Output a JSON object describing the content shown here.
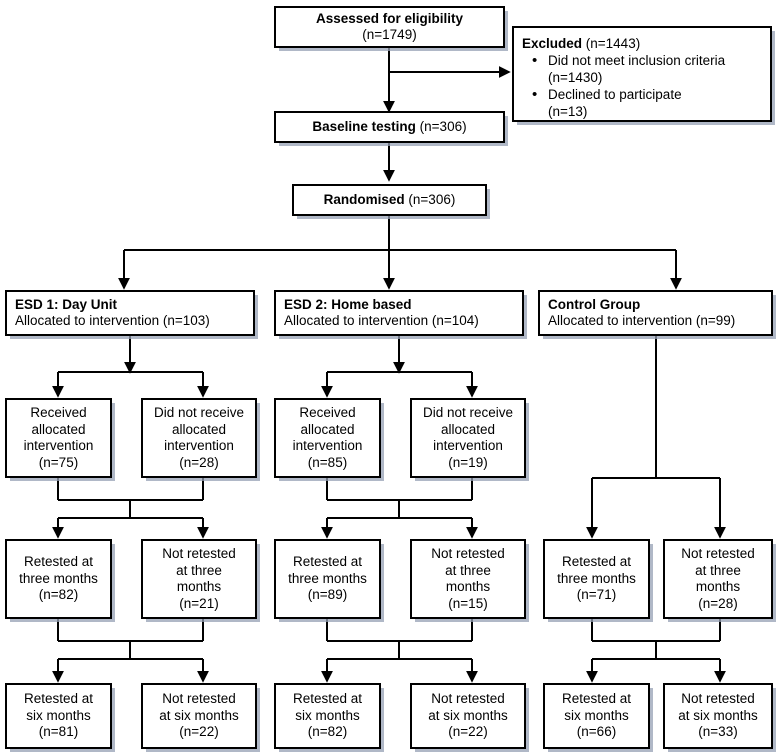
{
  "diagram": {
    "type": "consort-flow-diagram",
    "title": "CONSORT participant flow diagram"
  },
  "nodes": {
    "assessed": {
      "label": "Assessed for eligibility",
      "count": "(n=1749)"
    },
    "excluded": {
      "title_bold": "Excluded",
      "title_count": " (n=1443)",
      "items": [
        {
          "text": "Did not meet inclusion criteria",
          "count": "(n=1430)"
        },
        {
          "text": "Declined to participate",
          "count": "(n=13)"
        }
      ]
    },
    "baseline": {
      "label": "Baseline testing",
      "count": " (n=306)"
    },
    "randomised": {
      "label": "Randomised",
      "count": " (n=306)"
    },
    "arm1_alloc": {
      "title": "ESD 1: Day Unit",
      "sub": "Allocated to intervention (n=103)"
    },
    "arm2_alloc": {
      "title": "ESD 2: Home based",
      "sub": "Allocated to intervention (n=104)"
    },
    "arm3_alloc": {
      "title": "Control Group",
      "sub": "Allocated to intervention (n=99)"
    },
    "arm1_received": {
      "lines": [
        "Received",
        "allocated",
        "intervention",
        "(n=75)"
      ]
    },
    "arm1_not_received": {
      "lines": [
        "Did not receive",
        "allocated",
        "intervention",
        "(n=28)"
      ]
    },
    "arm2_received": {
      "lines": [
        "Received",
        "allocated",
        "intervention",
        "(n=85)"
      ]
    },
    "arm2_not_received": {
      "lines": [
        "Did not receive",
        "allocated",
        "intervention",
        "(n=19)"
      ]
    },
    "arm1_three_yes": {
      "lines": [
        "Retested at",
        "three months",
        "(n=82)"
      ]
    },
    "arm1_three_no": {
      "lines": [
        "Not retested",
        "at three",
        "months",
        "(n=21)"
      ]
    },
    "arm2_three_yes": {
      "lines": [
        "Retested at",
        "three months",
        "(n=89)"
      ]
    },
    "arm2_three_no": {
      "lines": [
        "Not retested",
        "at three",
        "months",
        "(n=15)"
      ]
    },
    "arm3_three_yes": {
      "lines": [
        "Retested at",
        "three months",
        "(n=71)"
      ]
    },
    "arm3_three_no": {
      "lines": [
        "Not retested",
        "at three",
        "months",
        "(n=28)"
      ]
    },
    "arm1_six_yes": {
      "lines": [
        "Retested at",
        "six months",
        "(n=81)"
      ]
    },
    "arm1_six_no": {
      "lines": [
        "Not retested",
        "at six months",
        "(n=22)"
      ]
    },
    "arm2_six_yes": {
      "lines": [
        "Retested at",
        "six months",
        "(n=82)"
      ]
    },
    "arm2_six_no": {
      "lines": [
        "Not retested",
        "at six months",
        "(n=22)"
      ]
    },
    "arm3_six_yes": {
      "lines": [
        "Retested at",
        "six months",
        "(n=66)"
      ]
    },
    "arm3_six_no": {
      "lines": [
        "Not retested",
        "at six months",
        "(n=33)"
      ]
    }
  },
  "chart_data": {
    "type": "flowchart",
    "title": "CONSORT flow diagram",
    "stages": [
      {
        "stage": "Assessed for eligibility",
        "n": 1749
      },
      {
        "stage": "Excluded",
        "n": 1443,
        "breakdown": [
          {
            "reason": "Did not meet inclusion criteria",
            "n": 1430
          },
          {
            "reason": "Declined to participate",
            "n": 13
          }
        ]
      },
      {
        "stage": "Baseline testing",
        "n": 306
      },
      {
        "stage": "Randomised",
        "n": 306
      }
    ],
    "arms": [
      {
        "name": "ESD 1: Day Unit",
        "allocated": 103,
        "received_allocated_intervention": 75,
        "did_not_receive_allocated_intervention": 28,
        "retested_three_months": 82,
        "not_retested_three_months": 21,
        "retested_six_months": 81,
        "not_retested_six_months": 22
      },
      {
        "name": "ESD 2: Home based",
        "allocated": 104,
        "received_allocated_intervention": 85,
        "did_not_receive_allocated_intervention": 19,
        "retested_three_months": 89,
        "not_retested_three_months": 15,
        "retested_six_months": 82,
        "not_retested_six_months": 22
      },
      {
        "name": "Control Group",
        "allocated": 99,
        "retested_three_months": 71,
        "not_retested_three_months": 28,
        "retested_six_months": 66,
        "not_retested_six_months": 33
      }
    ]
  }
}
